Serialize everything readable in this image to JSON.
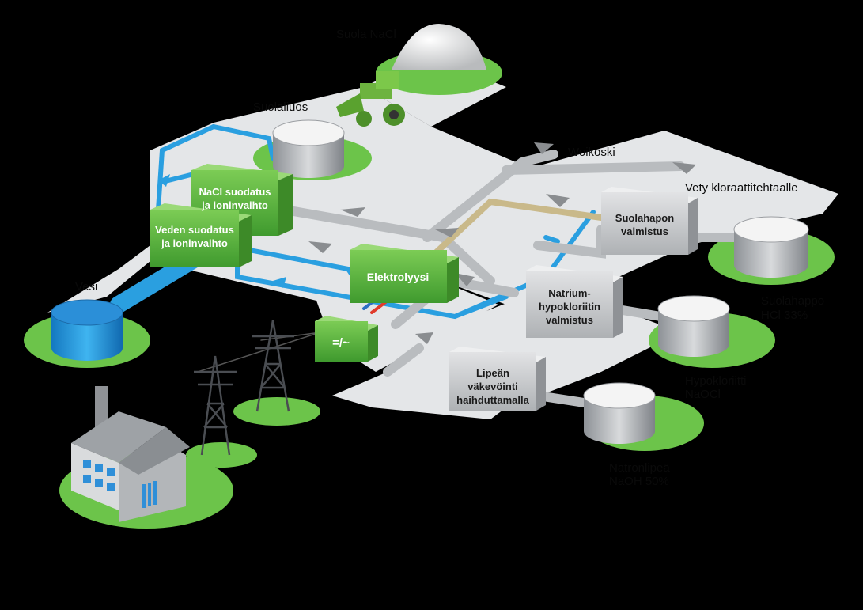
{
  "labels": {
    "salt": "Suola NaCl",
    "salt_solution": "Suolaliuos",
    "water": "Vesi",
    "woikoski": "Woikoski",
    "hydrogen": "Vety kloraattitehtaalle",
    "hcl_product_name": "Suolahappo",
    "hcl_product_formula": "HCl 33%",
    "hypo_product_name": "Hypokloriitti",
    "hypo_product_formula": "NaOCl",
    "naoh_product_name": "Natronlipeä",
    "naoh_product_formula": "NaOH 50%"
  },
  "process_boxes": {
    "nacl_filter_line1": "NaCl suodatus",
    "nacl_filter_line2": "ja ioninvaihto",
    "water_filter_line1": "Veden suodatus",
    "water_filter_line2": "ja ioninvaihto",
    "electrolysis": "Elektrolyysi",
    "rectifier": "=/~",
    "hcl_line1": "Suolahapon",
    "hcl_line2": "valmistus",
    "hypo_line1": "Natrium-",
    "hypo_line2": "hypokloriitin",
    "hypo_line3": "valmistus",
    "lye_line1": "Lipeän",
    "lye_line2": "väkevöinti",
    "lye_line3": "haihduttamalla"
  },
  "colors": {
    "background": "#000000",
    "platform": "#e4e6e8",
    "process_green": "#5cb040",
    "process_grey": "#c9cbcd",
    "water_blue": "#2a9fe0",
    "pipe_grey": "#b9bcbf",
    "hydrogen_tan": "#c9b98a",
    "grass_green": "#6cc44a"
  }
}
